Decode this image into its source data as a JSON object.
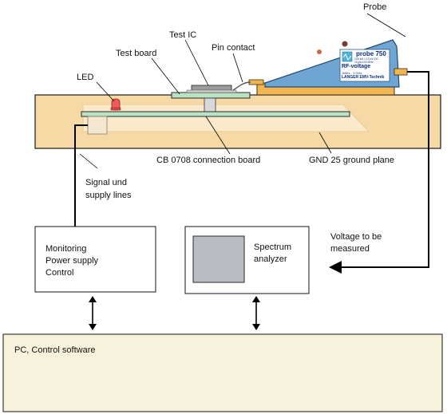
{
  "labels": {
    "probe": "Probe",
    "test_ic": "Test IC",
    "test_board": "Test board",
    "pin_contact": "Pin contact",
    "led": "LED",
    "cb_board": "CB 0708 connection board",
    "gnd_plane": "GND 25 ground plane",
    "signal_lines": [
      "Signal und",
      "supply lines"
    ],
    "voltage": [
      "Voltage to be",
      "measured"
    ]
  },
  "boxes": {
    "monitoring": [
      "Monitoring",
      "Power supply",
      "Control"
    ],
    "spectrum": [
      "Spectrum",
      "analyzer"
    ],
    "pc": "PC, Control software"
  },
  "probe_face": {
    "model": "probe 750",
    "spec_line1": "100 kΩ / 2.5 kV DC",
    "spec_line2": "10-bit 100 MHz",
    "title": "RF-voltage",
    "range": "1MHz - 1 GHz",
    "maker": "LANGER EMV-Technik"
  },
  "colors": {
    "ground_plane": "#f7d9a6",
    "connection_board": "#b9e4c4",
    "probe_body": "#6ea5d2",
    "pc_box": "#f7f2dc",
    "analyzer_screen": "#b9bcc3"
  }
}
